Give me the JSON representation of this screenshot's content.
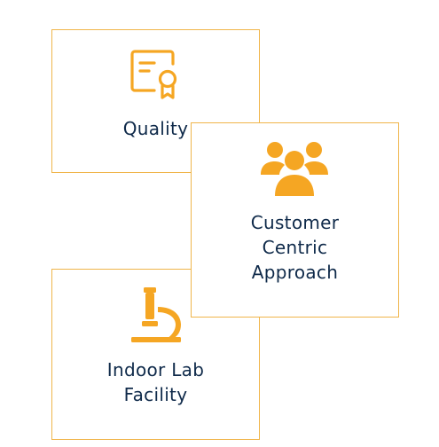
{
  "colors": {
    "accent": "#f5a623",
    "border": "#f0b54a",
    "text": "#0f2a4a",
    "background": "#ffffff"
  },
  "cards": [
    {
      "icon": "certificate-icon",
      "lines": [
        "Quality"
      ]
    },
    {
      "icon": "group-icon",
      "lines": [
        "Customer",
        "Centric",
        "Approach"
      ]
    },
    {
      "icon": "microscope-icon",
      "lines": [
        "Indoor Lab",
        "Facility"
      ]
    }
  ]
}
